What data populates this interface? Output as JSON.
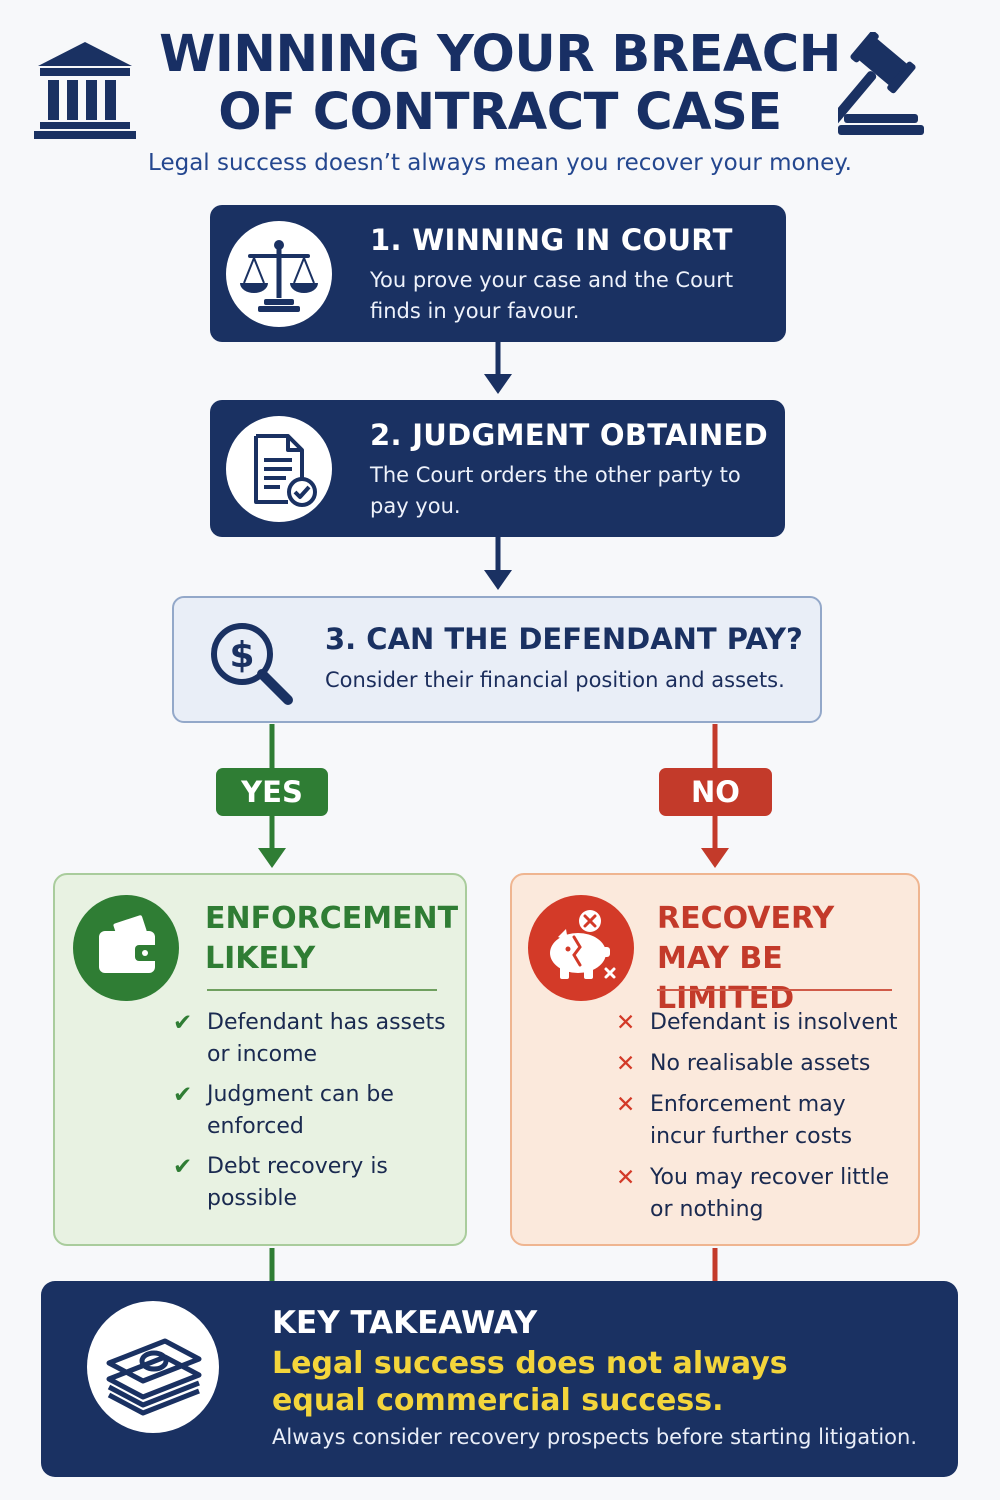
{
  "header": {
    "title": "WINNING YOUR BREACH OF CONTRACT CASE",
    "subtitle": "Legal success doesn’t always mean you recover your money.",
    "left_icon": "bank-building-icon",
    "right_icon": "gavel-icon"
  },
  "steps": [
    {
      "title": "1. WINNING IN COURT",
      "desc": "You prove your case and the Court finds in your favour.",
      "icon": "scales-of-justice-icon"
    },
    {
      "title": "2. JUDGMENT OBTAINED",
      "desc": "The Court orders the other party to pay you.",
      "icon": "document-check-icon"
    },
    {
      "title": "3. CAN THE DEFENDANT PAY?",
      "desc": "Consider their financial position and assets.",
      "icon": "dollar-magnifier-icon"
    }
  ],
  "branches": {
    "yes": {
      "label": "YES",
      "title": "ENFORCEMENT LIKELY",
      "icon": "wallet-icon",
      "items": [
        "Defendant has assets or income",
        "Judgment can be enforced",
        "Debt recovery is possible"
      ],
      "marker": "✔"
    },
    "no": {
      "label": "NO",
      "title": "RECOVERY MAY BE LIMITED",
      "icon": "broken-piggy-bank-icon",
      "items": [
        "Defendant is insolvent",
        "No realisable assets",
        "Enforcement may incur further costs",
        "You may recover little or nothing"
      ],
      "marker": "✕"
    }
  },
  "takeaway": {
    "title": "KEY TAKEAWAY",
    "highlight": "Legal success does not always equal commercial success.",
    "note": "Always consider recovery prospects before starting litigation.",
    "icon": "cash-stack-icon"
  },
  "colors": {
    "navy": "#1a3162",
    "green": "#2f7d34",
    "red": "#c33a2a",
    "yellow": "#f3d53b"
  }
}
